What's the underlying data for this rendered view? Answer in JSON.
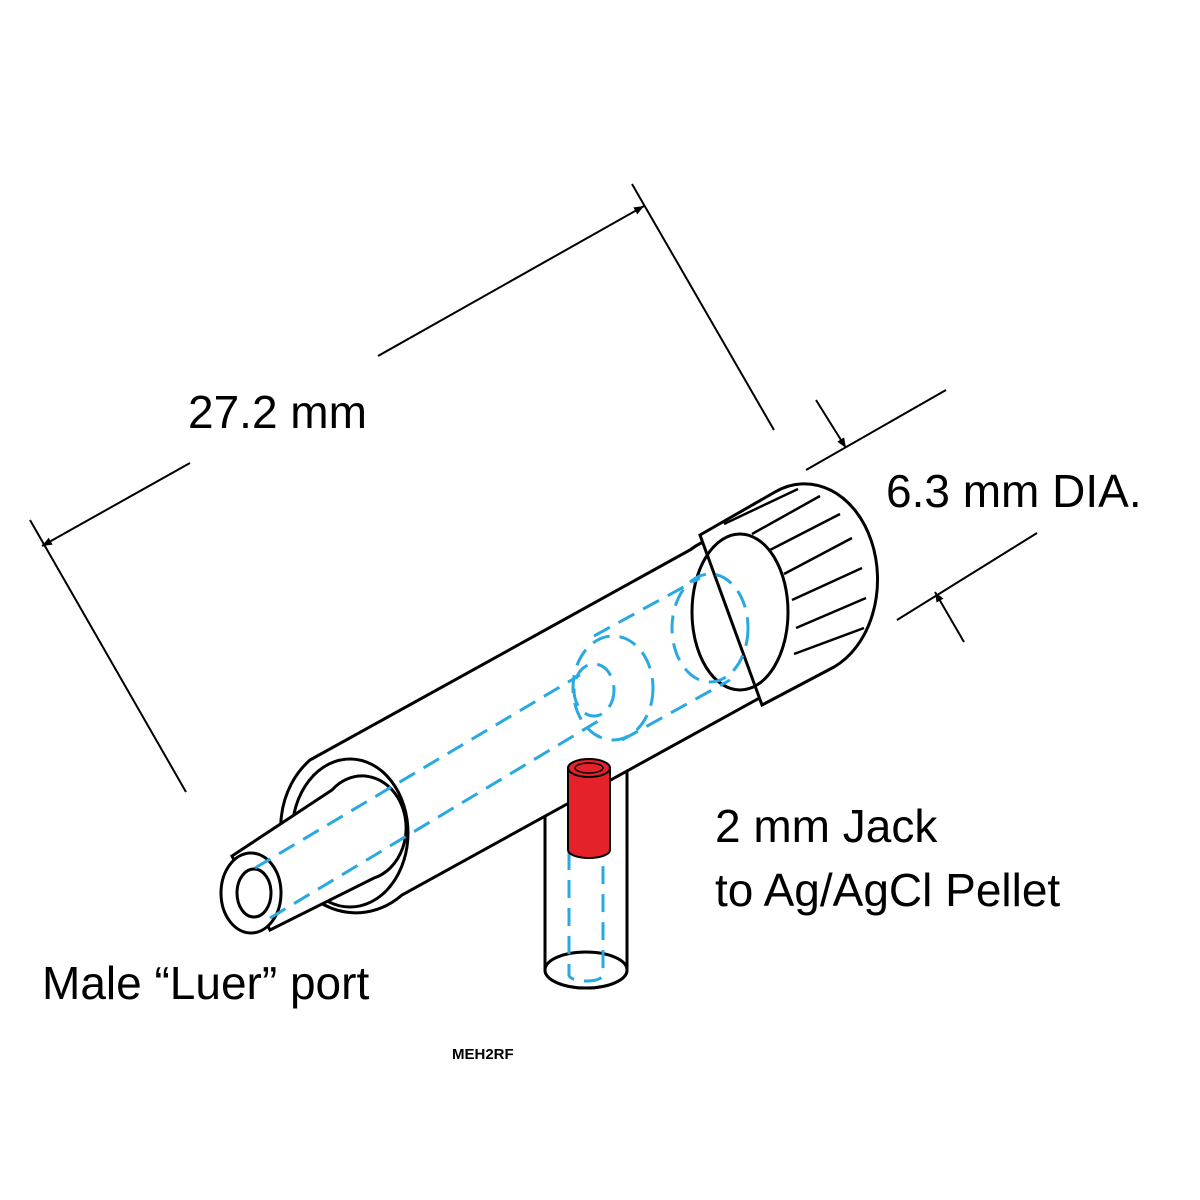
{
  "dimensions": {
    "length": "27.2 mm",
    "diameter": "6.3 mm DIA."
  },
  "callouts": {
    "jack_line1": "2 mm Jack",
    "jack_line2": "to Ag/AgCl Pellet",
    "luer": "Male “Luer” port"
  },
  "model": "MEH2RF",
  "colors": {
    "outline": "#000000",
    "hidden_lines": "#29a9e1",
    "jack": "#e52229",
    "background": "#ffffff"
  }
}
